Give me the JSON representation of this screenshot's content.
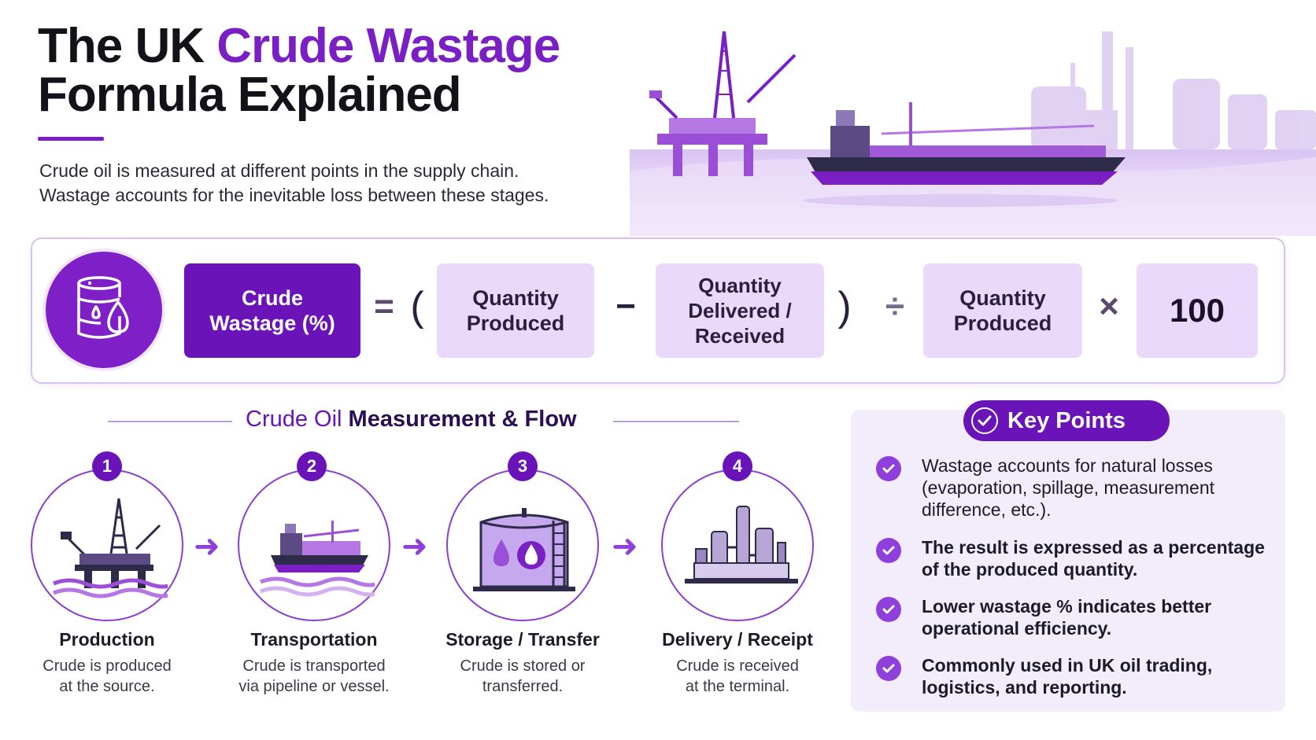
{
  "header": {
    "title_prefix": "The UK ",
    "title_accent": "Crude Wastage",
    "title_line2": "Formula Explained",
    "intro_line1": "Crude oil is measured at different points in the supply chain.",
    "intro_line2": "Wastage accounts for the inevitable loss between these stages."
  },
  "formula": {
    "result_line1": "Crude",
    "result_line2": "Wastage (%)",
    "equals": "=",
    "open_paren": "(",
    "term1_line1": "Quantity",
    "term1_line2": "Produced",
    "minus": "−",
    "term2_line1": "Quantity",
    "term2_line2": "Delivered /",
    "term2_line3": "Received",
    "close_paren": ")",
    "divide": "÷",
    "term3_line1": "Quantity",
    "term3_line2": "Produced",
    "times": "×",
    "multiplier": "100"
  },
  "flow": {
    "title_regular": "Crude Oil ",
    "title_bold": "Measurement & Flow",
    "arrow": "➜",
    "stages": [
      {
        "number": "1",
        "name": "Production",
        "desc_line1": "Crude is produced",
        "desc_line2": "at the source.",
        "icon": "oil-rig-icon"
      },
      {
        "number": "2",
        "name": "Transportation",
        "desc_line1": "Crude is transported",
        "desc_line2": "via pipeline or vessel.",
        "icon": "tanker-ship-icon"
      },
      {
        "number": "3",
        "name": "Storage / Transfer",
        "desc_line1": "Crude is stored or",
        "desc_line2": "transferred.",
        "icon": "storage-tank-icon"
      },
      {
        "number": "4",
        "name": "Delivery / Receipt",
        "desc_line1": "Crude is received",
        "desc_line2": "at the terminal.",
        "icon": "refinery-icon"
      }
    ]
  },
  "key_points": {
    "title": "Key Points",
    "items": [
      {
        "line1": "Wastage accounts for natural losses",
        "line2": "(evaporation, spillage, measurement",
        "line3": "difference, etc.)."
      },
      {
        "line1": "The result is expressed as a percentage",
        "line2": "of the produced quantity."
      },
      {
        "line1": "Lower wastage % indicates better",
        "line2": "operational efficiency."
      },
      {
        "line1": "Commonly used in UK oil trading,",
        "line2": "logistics, and reporting."
      }
    ]
  },
  "colors": {
    "accent": "#7a1fc4",
    "dark_box": "#6a13b8",
    "light_box": "#ead9fb",
    "panel_bg": "#f3ecfb"
  }
}
